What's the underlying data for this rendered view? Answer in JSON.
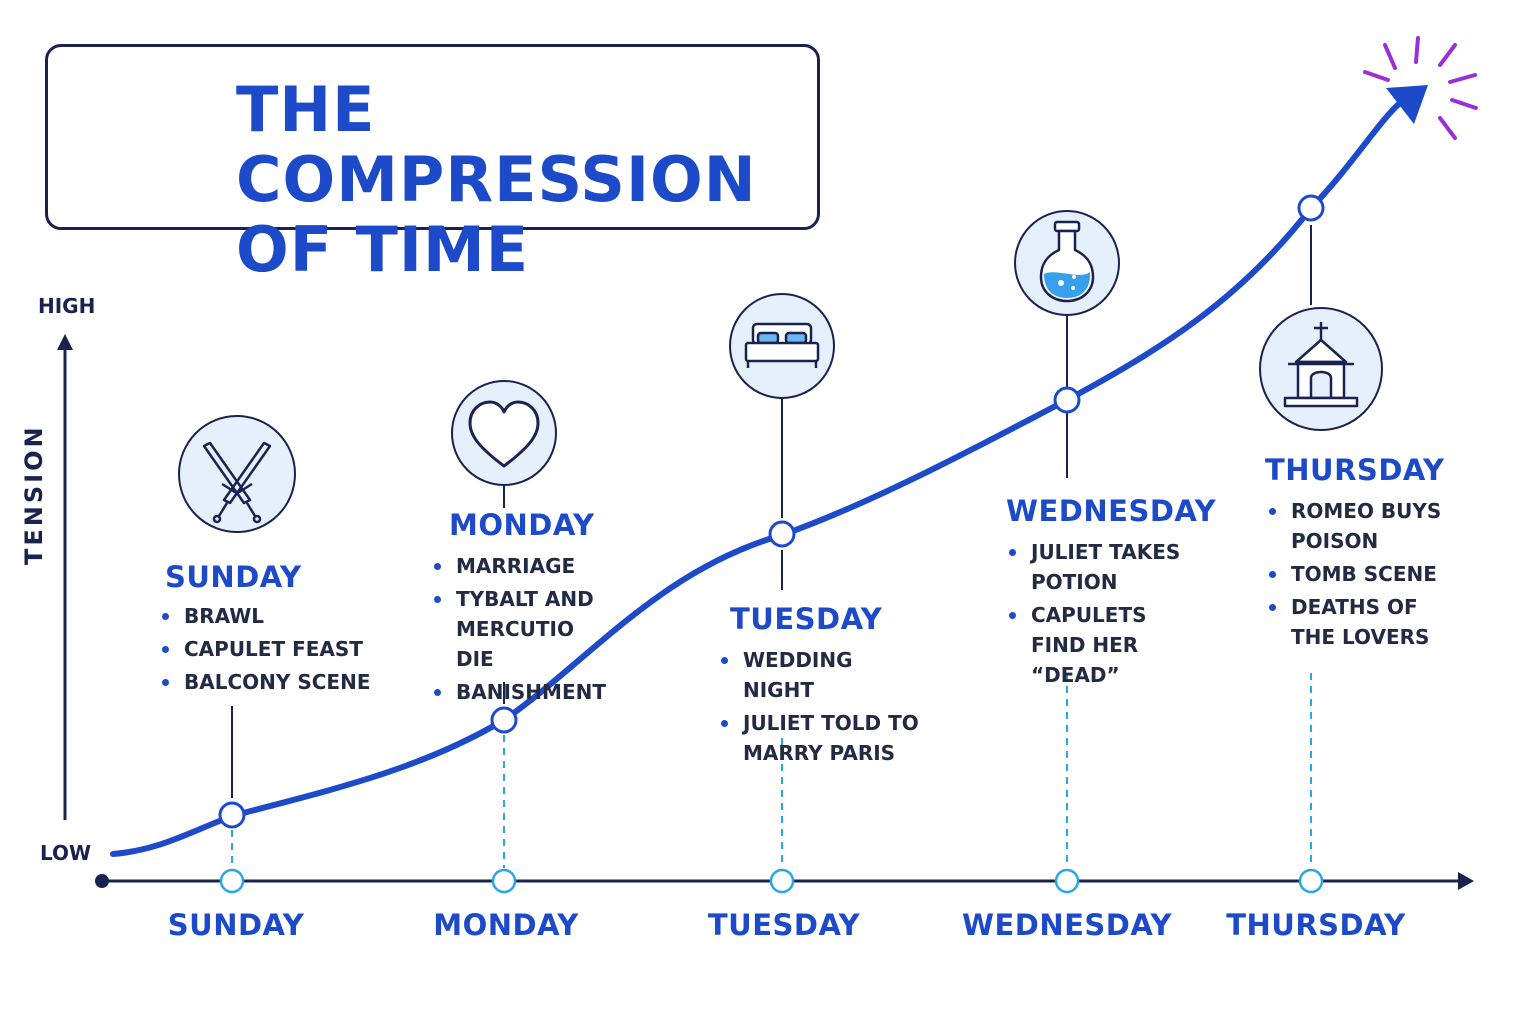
{
  "title": {
    "line1": "THE COMPRESSION",
    "line2": "OF TIME"
  },
  "axis": {
    "y_label": "TENSION",
    "y_high": "HIGH",
    "y_low": "LOW"
  },
  "days": [
    {
      "name": "SUNDAY",
      "icon": "crossed-swords-icon",
      "events": [
        "BRAWL",
        "CAPULET FEAST",
        "BALCONY SCENE"
      ]
    },
    {
      "name": "MONDAY",
      "icon": "heart-icon",
      "events": [
        "MARRIAGE",
        "TYBALT AND MERCUTIO DIE",
        "BANISHMENT"
      ]
    },
    {
      "name": "TUESDAY",
      "icon": "bed-icon",
      "events": [
        "WEDDING NIGHT",
        "JULIET TOLD TO MARRY PARIS"
      ]
    },
    {
      "name": "WEDNESDAY",
      "icon": "potion-flask-icon",
      "events": [
        "JULIET TAKES POTION",
        "CAPULETS FIND HER “DEAD”"
      ]
    },
    {
      "name": "THURSDAY",
      "icon": "church-tomb-icon",
      "events": [
        "ROMEO BUYS POISON",
        "TOMB SCENE",
        "DEATHS OF THE LOVERS"
      ]
    }
  ],
  "colors": {
    "accent": "#1d4ac8",
    "dark": "#1a2250",
    "light_blue": "#2aa6e8",
    "icon_fill": "#e6f0fc",
    "burst": "#9b2fd6"
  }
}
